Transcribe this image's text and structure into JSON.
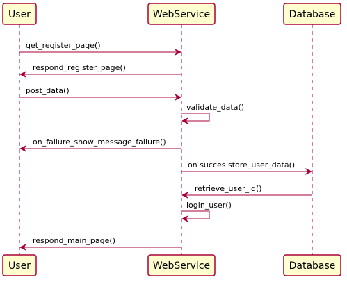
{
  "diagram": {
    "type": "sequence",
    "participants": [
      {
        "id": "user",
        "label": "User"
      },
      {
        "id": "webservice",
        "label": "WebService"
      },
      {
        "id": "database",
        "label": "Database"
      }
    ],
    "messages": [
      {
        "from": "user",
        "to": "webservice",
        "label": "get_register_page()"
      },
      {
        "from": "webservice",
        "to": "user",
        "label": "respond_register_page()"
      },
      {
        "from": "user",
        "to": "webservice",
        "label": "post_data()"
      },
      {
        "from": "webservice",
        "to": "webservice",
        "label": "validate_data()"
      },
      {
        "from": "webservice",
        "to": "user",
        "label": "on_failure_show_message_failure()"
      },
      {
        "from": "webservice",
        "to": "database",
        "label": "on succes store_user_data()"
      },
      {
        "from": "database",
        "to": "webservice",
        "label": "retrieve_user_id()"
      },
      {
        "from": "webservice",
        "to": "webservice",
        "label": "login_user()"
      },
      {
        "from": "webservice",
        "to": "user",
        "label": "respond_main_page()"
      }
    ],
    "colors": {
      "participant_fill": "#FEFECE",
      "participant_border": "#A80036",
      "lifeline": "#A80036",
      "arrow": "#A80036",
      "text": "#000000"
    }
  }
}
